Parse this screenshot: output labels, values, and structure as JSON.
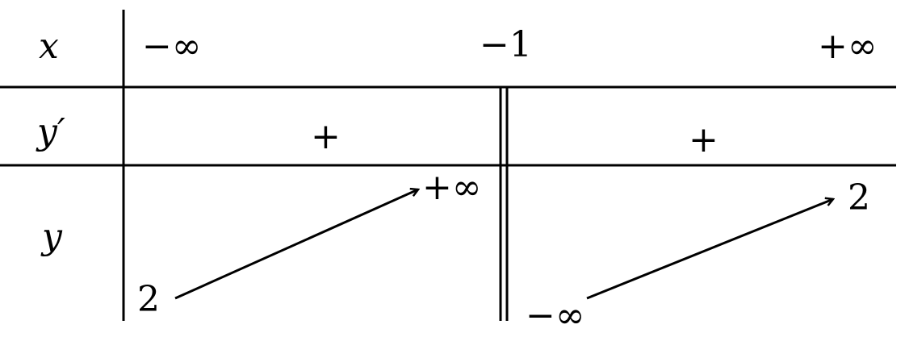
{
  "header": {
    "x_label": "x",
    "x_values": [
      "−∞",
      "−1",
      "+∞"
    ]
  },
  "derivative": {
    "label": "y′",
    "signs": [
      "+",
      "+"
    ]
  },
  "function": {
    "label": "y",
    "left_start": "2",
    "left_end": "+∞",
    "right_start": "−∞",
    "right_end": "2"
  }
}
